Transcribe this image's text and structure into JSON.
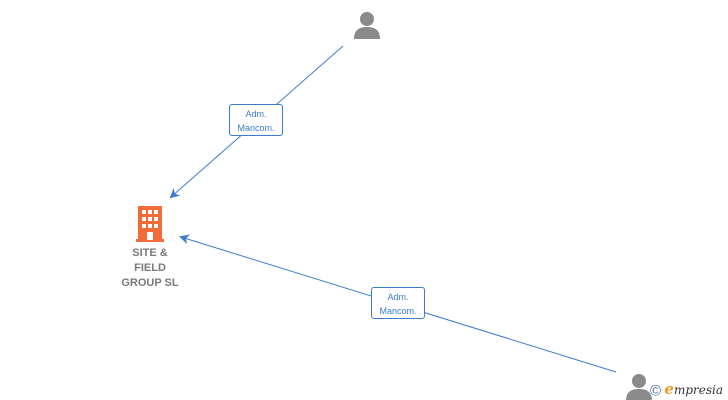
{
  "diagram": {
    "company": {
      "name": "SITE &\nFIELD\nGROUP  SL",
      "icon": "building-icon",
      "color": "#f26b38"
    },
    "persons": [
      {
        "icon": "person-icon",
        "color": "#8a8a8a"
      },
      {
        "icon": "person-icon",
        "color": "#8a8a8a"
      }
    ],
    "relations": [
      {
        "from": "person-1",
        "to": "company",
        "label_line1": "Adm.",
        "label_line2": "Mancom."
      },
      {
        "from": "person-2",
        "to": "company",
        "label_line1": "Adm.",
        "label_line2": "Mancom."
      }
    ],
    "edge_color": "#3b7ccf"
  },
  "watermark": {
    "copyright_symbol": "©",
    "brand_initial": "e",
    "brand_rest": "mpresia"
  }
}
